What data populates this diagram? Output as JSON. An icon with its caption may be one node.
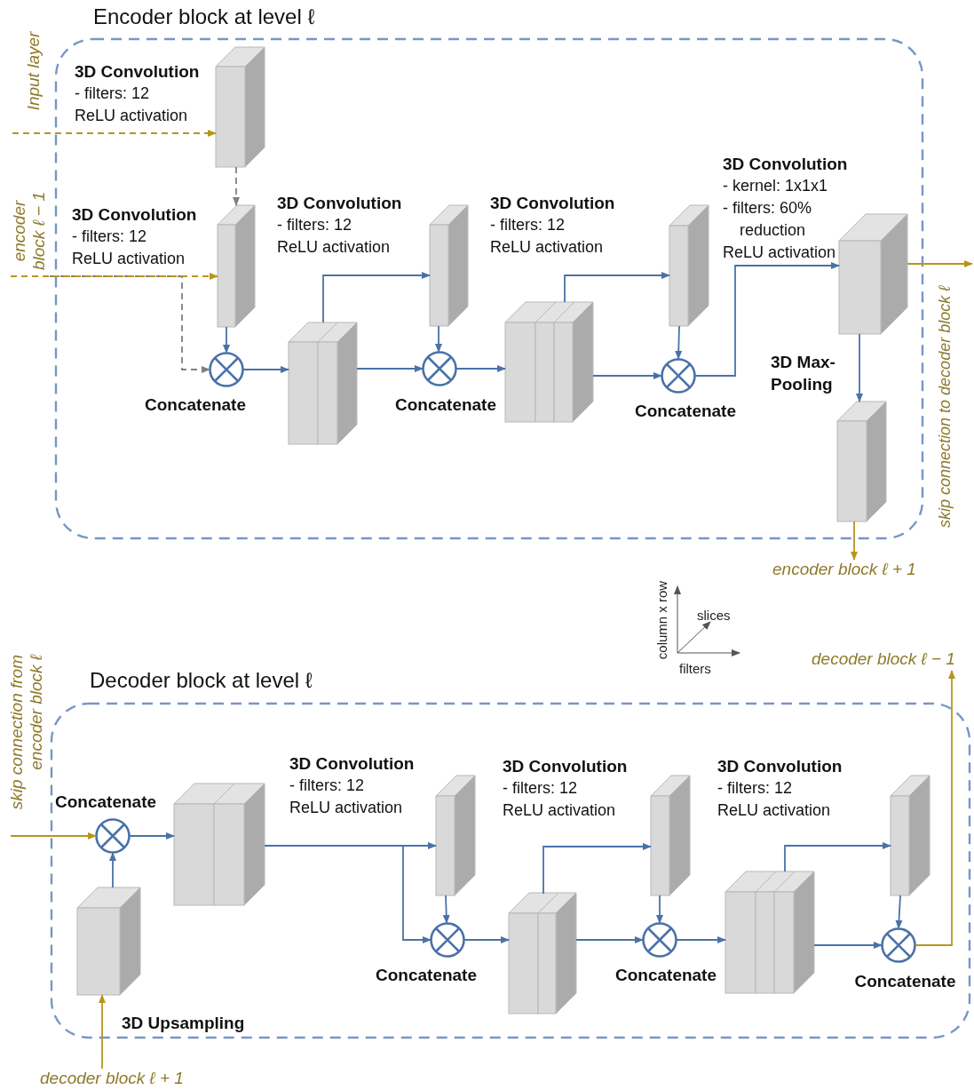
{
  "diagram": {
    "nodes": [
      {
        "text": [
          "Encoder block at level ℓ"
        ]
      },
      {
        "text": [],
        "shape": "box",
        "in": 0,
        "beside": [
          "3D Convolution",
          "- filters: 12",
          "ReLU activation"
        ]
      },
      {
        "text": [],
        "shape": "box",
        "in": 0,
        "beside": [
          "3D Convolution",
          "- filters: 12",
          "ReLU activation"
        ]
      },
      {
        "text": [],
        "shape": "circle",
        "in": 0,
        "beside": [
          "Concatenate"
        ]
      },
      {
        "text": [],
        "shape": "box",
        "in": 0
      },
      {
        "text": [],
        "shape": "box",
        "in": 0,
        "beside": [
          "3D Convolution",
          "- filters: 12",
          "ReLU activation"
        ]
      },
      {
        "text": [],
        "shape": "circle",
        "in": 0,
        "beside": [
          "Concatenate"
        ]
      },
      {
        "text": [],
        "shape": "box",
        "in": 0
      },
      {
        "text": [],
        "shape": "box",
        "in": 0,
        "beside": [
          "3D Convolution",
          "- filters: 12",
          "ReLU activation"
        ]
      },
      {
        "text": [],
        "shape": "circle",
        "in": 0,
        "beside": [
          "Concatenate"
        ]
      },
      {
        "text": [],
        "shape": "box",
        "in": 0,
        "beside": [
          "3D Convolution",
          "- kernel: 1x1x1",
          "- filters: 60% reduction",
          "ReLU activation"
        ]
      },
      {
        "text": [],
        "shape": "box",
        "in": 0,
        "beside": [
          "3D Max-Pooling"
        ]
      },
      {
        "text": [
          "Input layer"
        ]
      },
      {
        "text": [
          "encoder block ℓ − 1"
        ]
      },
      {
        "text": [
          "encoder block ℓ + 1"
        ]
      },
      {
        "text": [
          "Decoder block at level ℓ"
        ]
      },
      {
        "text": [],
        "shape": "circle",
        "in": 15,
        "beside": [
          "Concatenate"
        ]
      },
      {
        "text": [],
        "shape": "box",
        "in": 15,
        "beside": [
          "3D Upsampling"
        ]
      },
      {
        "text": [],
        "shape": "box",
        "in": 15
      },
      {
        "text": [],
        "shape": "box",
        "in": 15,
        "beside": [
          "3D Convolution",
          "- filters: 12",
          "ReLU activation"
        ]
      },
      {
        "text": [],
        "shape": "circle",
        "in": 15,
        "beside": [
          "Concatenate"
        ]
      },
      {
        "text": [],
        "shape": "box",
        "in": 15
      },
      {
        "text": [],
        "shape": "box",
        "in": 15,
        "beside": [
          "3D Convolution",
          "- filters: 12",
          "ReLU activation"
        ]
      },
      {
        "text": [],
        "shape": "circle",
        "in": 15,
        "beside": [
          "Concatenate"
        ]
      },
      {
        "text": [],
        "shape": "box",
        "in": 15
      },
      {
        "text": [],
        "shape": "box",
        "in": 15,
        "beside": [
          "3D Convolution",
          "- filters: 12",
          "ReLU activation"
        ]
      },
      {
        "text": [],
        "shape": "circle",
        "in": 15,
        "beside": [
          "Concatenate"
        ]
      },
      {
        "text": [
          "skip connection from encoder block ℓ"
        ]
      },
      {
        "text": [
          "decoder block ℓ + 1"
        ]
      },
      {
        "text": [
          "decoder block ℓ − 1"
        ]
      }
    ],
    "edges": [
      {
        "from": 12,
        "to": 1,
        "arrow": "to",
        "style": "dashed",
        "color": "#b8961c"
      },
      {
        "from": 1,
        "to": 2,
        "arrow": "to",
        "style": "dashed",
        "color": "#808080"
      },
      {
        "from": 13,
        "to": 3,
        "arrow": "to",
        "style": "dashed",
        "color": "#808080"
      },
      {
        "from": 13,
        "to": 2,
        "arrow": "to",
        "style": "dashed",
        "color": "#b8961c"
      },
      {
        "from": 2,
        "to": 3,
        "arrow": "to"
      },
      {
        "from": 3,
        "to": 4,
        "arrow": "to"
      },
      {
        "from": 4,
        "to": 5,
        "arrow": "to"
      },
      {
        "from": 4,
        "to": 6,
        "arrow": "to"
      },
      {
        "from": 5,
        "to": 6,
        "arrow": "to"
      },
      {
        "from": 6,
        "to": 7,
        "arrow": "to"
      },
      {
        "from": 7,
        "to": 8,
        "arrow": "to"
      },
      {
        "from": 7,
        "to": 9,
        "arrow": "to"
      },
      {
        "from": 8,
        "to": 9,
        "arrow": "to"
      },
      {
        "from": 9,
        "to": 10,
        "arrow": "to"
      },
      {
        "from": 10,
        "to": 11,
        "arrow": "to"
      },
      {
        "from": 11,
        "to": 14,
        "arrow": "to",
        "color": "#b8961c"
      },
      {
        "from": 10,
        "to": null,
        "arrow": "to",
        "color": "#b8961c"
      },
      {
        "from": 27,
        "to": 16,
        "arrow": "to",
        "color": "#b8961c"
      },
      {
        "from": 28,
        "to": 17,
        "arrow": "to",
        "color": "#b8961c"
      },
      {
        "from": 17,
        "to": 16,
        "arrow": "to"
      },
      {
        "from": 16,
        "to": 18,
        "arrow": "to"
      },
      {
        "from": 18,
        "to": 19,
        "arrow": "to"
      },
      {
        "from": 18,
        "to": 20,
        "arrow": "to"
      },
      {
        "from": 19,
        "to": 20,
        "arrow": "to"
      },
      {
        "from": 20,
        "to": 21,
        "arrow": "to"
      },
      {
        "from": 21,
        "to": 22,
        "arrow": "to"
      },
      {
        "from": 21,
        "to": 23,
        "arrow": "to"
      },
      {
        "from": 22,
        "to": 23,
        "arrow": "to"
      },
      {
        "from": 23,
        "to": 24,
        "arrow": "to"
      },
      {
        "from": 24,
        "to": 25,
        "arrow": "to"
      },
      {
        "from": 24,
        "to": 26,
        "arrow": "to"
      },
      {
        "from": 25,
        "to": 26,
        "arrow": "to"
      },
      {
        "from": 26,
        "to": 29,
        "arrow": "to",
        "color": "#b8961c"
      }
    ],
    "labels": [
      "skip connection to decoder block ℓ",
      "column x row",
      "slices",
      "filters"
    ]
  }
}
